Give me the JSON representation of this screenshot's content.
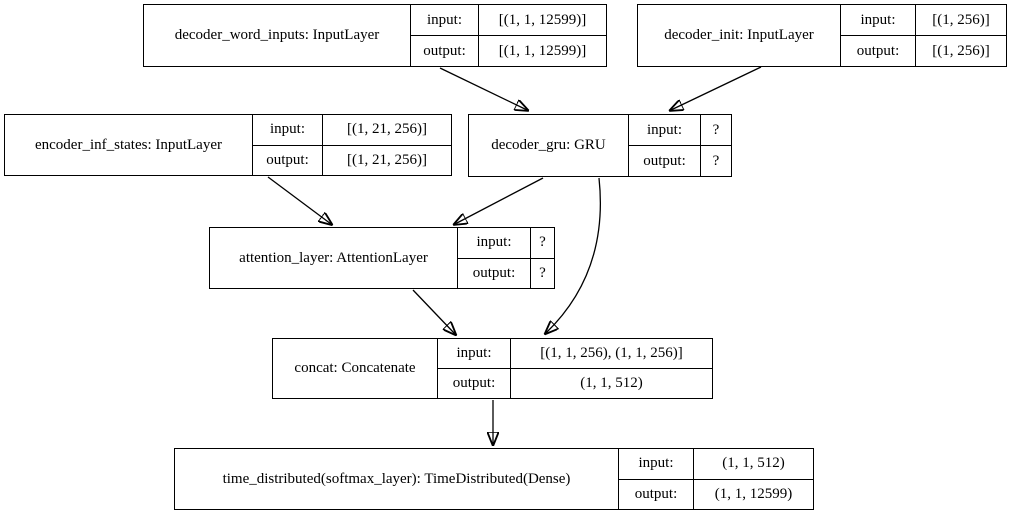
{
  "diagram": {
    "type": "keras-model-plot",
    "background_color": "#ffffff",
    "line_color": "#000000",
    "labels": {
      "input": "input:",
      "output": "output:"
    }
  },
  "nodes": [
    {
      "id": "decoder_word_inputs",
      "label": "decoder_word_inputs: InputLayer",
      "input": "[(1, 1, 12599)]",
      "output": "[(1, 1, 12599)]"
    },
    {
      "id": "decoder_init",
      "label": "decoder_init: InputLayer",
      "input": "[(1, 256)]",
      "output": "[(1, 256)]"
    },
    {
      "id": "encoder_inf_states",
      "label": "encoder_inf_states: InputLayer",
      "input": "[(1, 21, 256)]",
      "output": "[(1, 21, 256)]"
    },
    {
      "id": "decoder_gru",
      "label": "decoder_gru: GRU",
      "input": "?",
      "output": "?"
    },
    {
      "id": "attention_layer",
      "label": "attention_layer: AttentionLayer",
      "input": "?",
      "output": "?"
    },
    {
      "id": "concat",
      "label": "concat: Concatenate",
      "input": "[(1, 1, 256), (1, 1, 256)]",
      "output": "(1, 1, 512)"
    },
    {
      "id": "time_distributed",
      "label": "time_distributed(softmax_layer): TimeDistributed(Dense)",
      "input": "(1, 1, 512)",
      "output": "(1, 1, 12599)"
    }
  ],
  "edges": [
    {
      "from": "decoder_word_inputs",
      "to": "decoder_gru"
    },
    {
      "from": "decoder_init",
      "to": "decoder_gru"
    },
    {
      "from": "encoder_inf_states",
      "to": "attention_layer"
    },
    {
      "from": "decoder_gru",
      "to": "attention_layer"
    },
    {
      "from": "decoder_gru",
      "to": "concat"
    },
    {
      "from": "attention_layer",
      "to": "concat"
    },
    {
      "from": "concat",
      "to": "time_distributed"
    }
  ]
}
